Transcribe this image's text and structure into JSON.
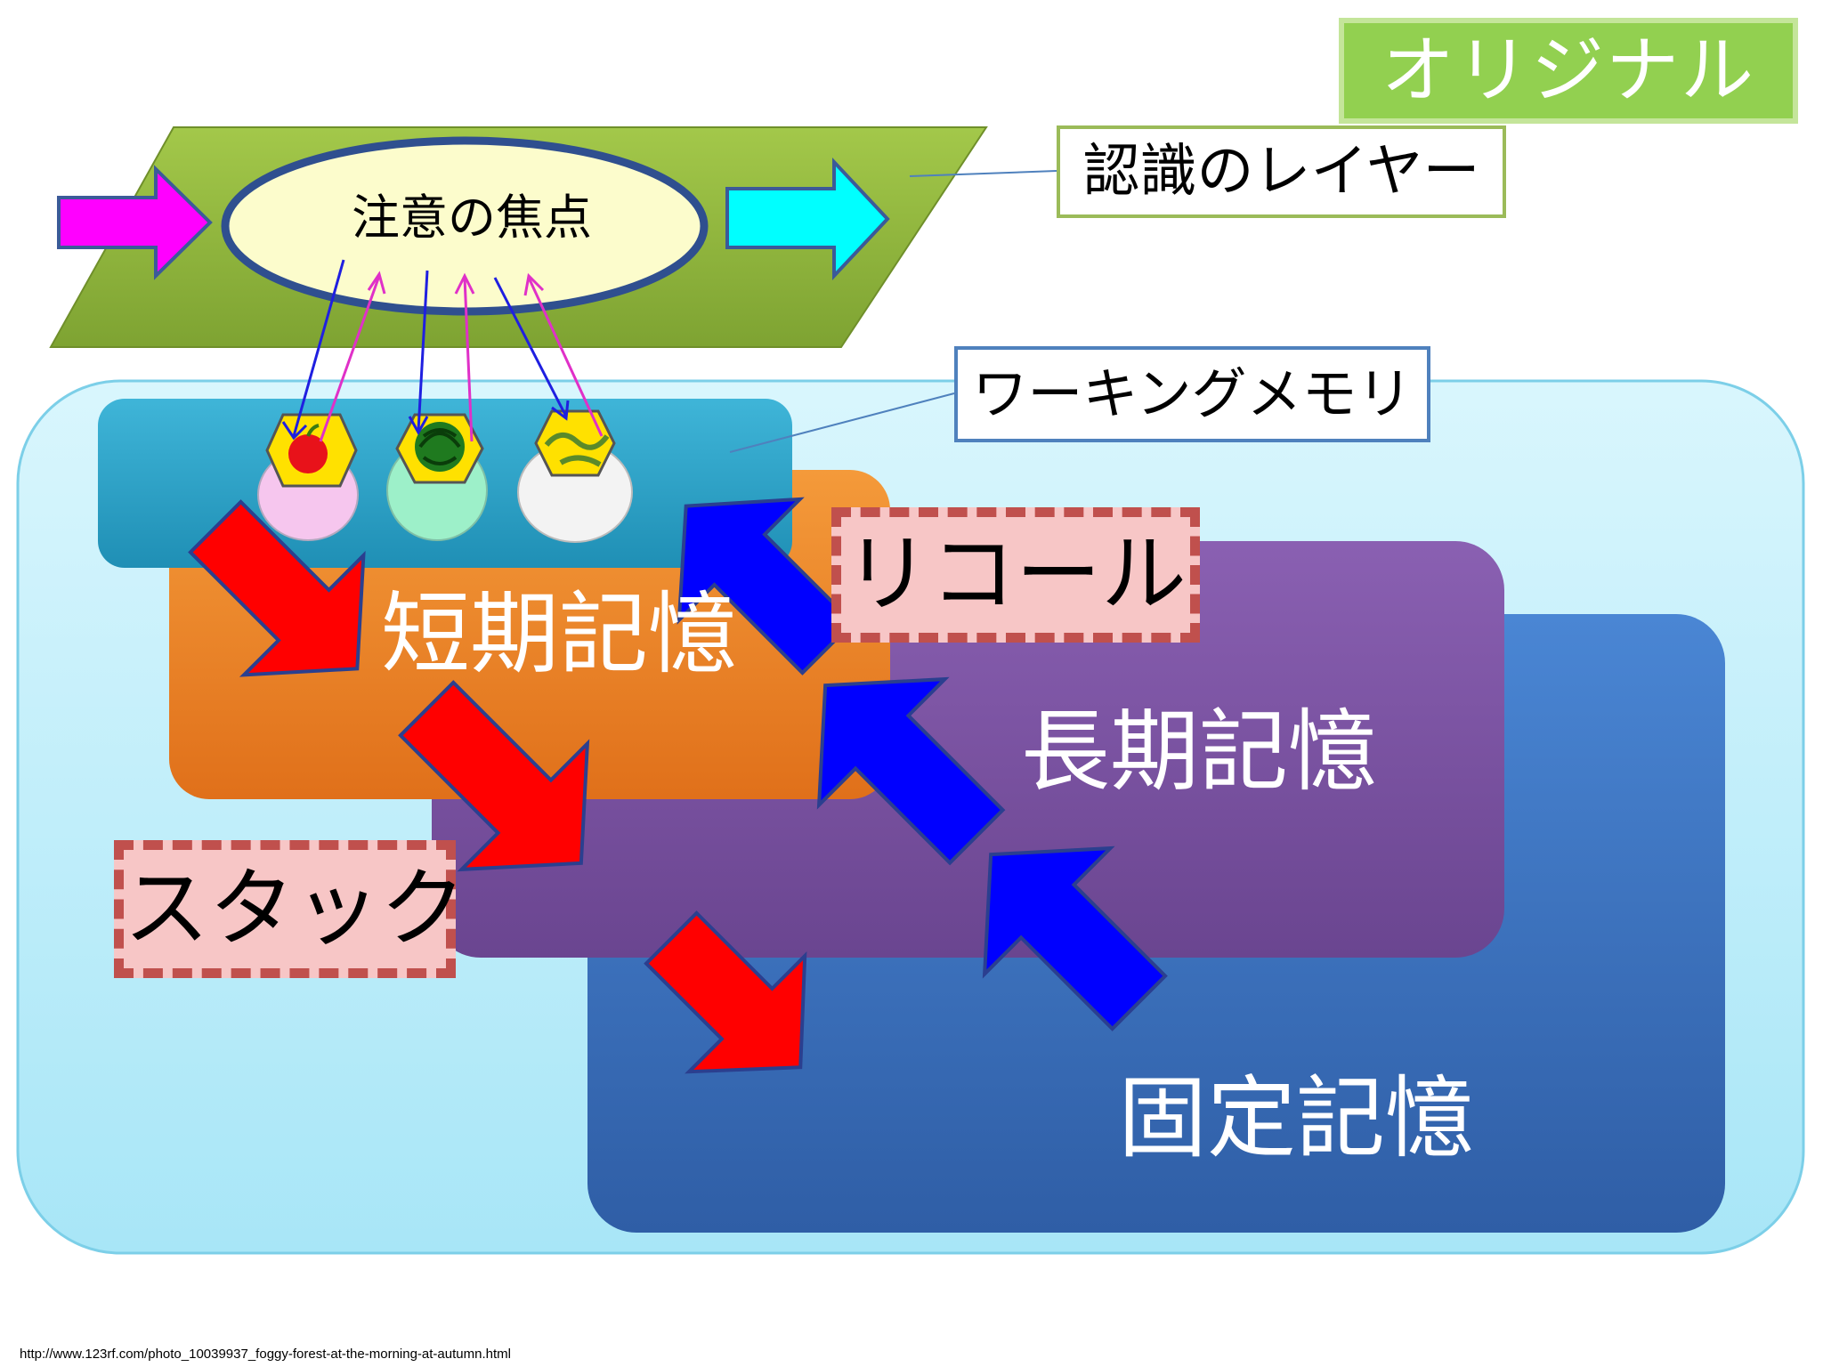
{
  "badge": "オリジナル",
  "cognition_layer_label": "認識のレイヤー",
  "focus_label": "注意の焦点",
  "working_memory_label": "ワーキングメモリ",
  "short_term_label": "短期記憶",
  "long_term_label": "長期記憶",
  "permanent_label": "固定記憶",
  "recall_label": "リコール",
  "stack_label": "スタック",
  "source_url": "http://www.123rf.com/photo_10039937_foggy-forest-at-the-morning-at-autumn.html",
  "colors": {
    "cognition_layer": "#8db33a",
    "working_memory_bg": "#b4ecf8",
    "working_memory_bar": "#2fa3c8",
    "short_term": "#ee8020",
    "long_term": "#7a4f9f",
    "permanent": "#3a6cb5",
    "stack_arrow": "#ff0000",
    "recall_arrow": "#0000ff"
  },
  "icons": [
    "input-arrow-icon",
    "output-arrow-icon",
    "apple-icon",
    "watermelon-icon",
    "snake-icon"
  ]
}
